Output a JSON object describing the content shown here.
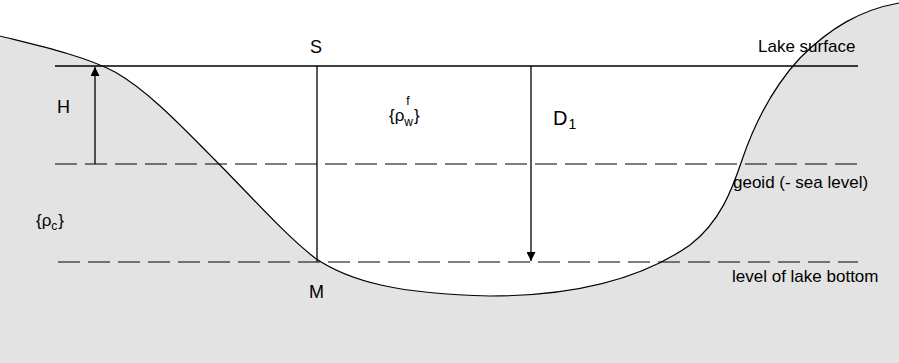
{
  "diagram": {
    "labels": [
      "S",
      "Lake surface",
      "H",
      "{ρ",
      "f",
      "w",
      "}",
      "D",
      "1",
      "geoid (- sea level)",
      "{ρ",
      "c",
      "}",
      "M",
      "level of lake bottom"
    ]
  }
}
